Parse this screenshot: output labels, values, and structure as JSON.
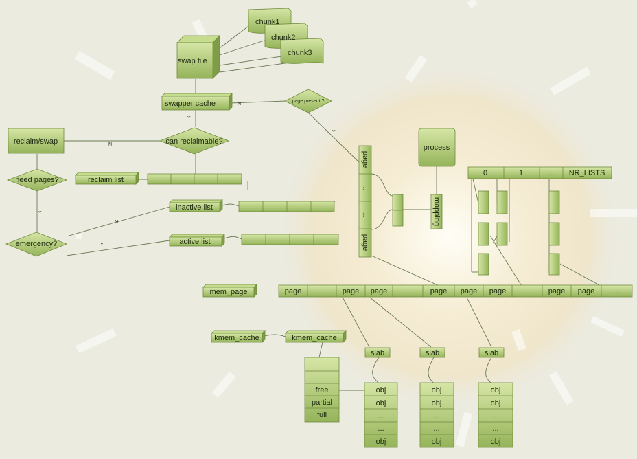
{
  "chunks": [
    "chunk1",
    "chunk2",
    "chunk3"
  ],
  "swap_file": "swap file",
  "swapper_cache": "swapper cache",
  "page_present": "page present ?",
  "reclaim_swap": "reclaim/swap",
  "can_reclaimable": "can reclaimable?",
  "need_pages": "need  pages?",
  "emergency": "emergency?",
  "reclaim_list": "reclaim list",
  "inactive_list": "inactive list",
  "active_list": "active list",
  "process": "process",
  "mapping": "mapping",
  "page_vertical": [
    "page",
    "...",
    "...",
    "page"
  ],
  "edge_labels": {
    "n_swapper_present": "N",
    "y_swapper_reclaim": "Y",
    "y_present_page": "Y",
    "n_reclaim_swap": "N",
    "y_need_emergency": "Y",
    "n_emergency_inactive": "N",
    "y_emergency_active": "Y"
  },
  "lists_header": [
    "0",
    "1",
    "...",
    "NR_LISTS"
  ],
  "mem_page": "mem_page",
  "mem_page_row": [
    "page",
    "",
    "page",
    "page",
    "",
    "page",
    "page",
    "page",
    "",
    "page",
    "page",
    "..."
  ],
  "kmem_cache": [
    "kmem_cache",
    "kmem_cache"
  ],
  "cache_states": [
    "free",
    "partial",
    "full"
  ],
  "slab": "slab",
  "obj_column": [
    "obj",
    "obj",
    "...",
    "...",
    "obj"
  ]
}
